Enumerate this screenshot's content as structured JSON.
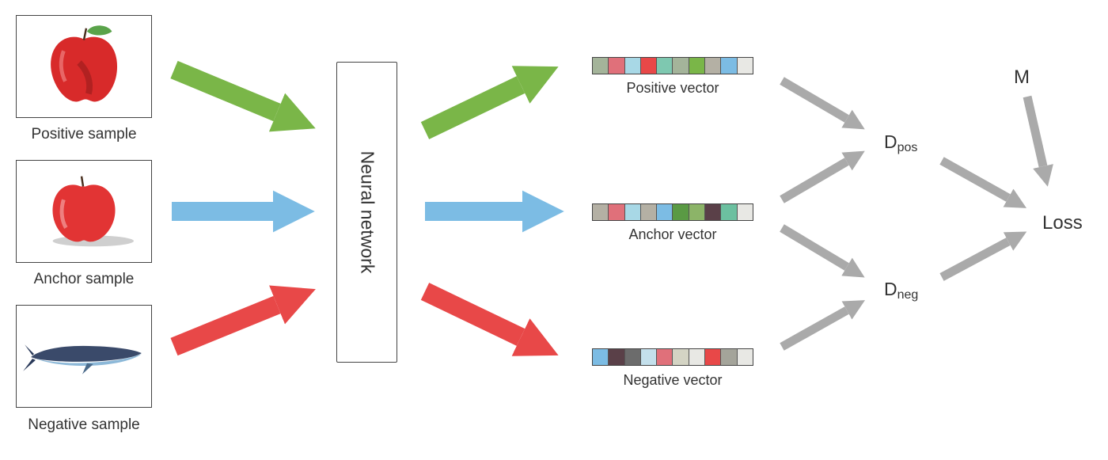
{
  "samples": {
    "positive": {
      "label": "Positive sample",
      "icon": "red-apple-with-leaf"
    },
    "anchor": {
      "label": "Anchor sample",
      "icon": "red-apple"
    },
    "negative": {
      "label": "Negative sample",
      "icon": "whale"
    }
  },
  "network": {
    "label": "Neural network"
  },
  "vectors": {
    "positive": {
      "label": "Positive vector",
      "cells": [
        "#a4b49a",
        "#e0707a",
        "#a8d8e6",
        "#e84848",
        "#7ec8b0",
        "#a4b49a",
        "#7ab648",
        "#b4b0a4",
        "#7cbce4",
        "#e8e8e4"
      ]
    },
    "anchor": {
      "label": "Anchor vector",
      "cells": [
        "#b4b0a4",
        "#e0707a",
        "#a8d8e6",
        "#b4b0a4",
        "#7cbce4",
        "#5a9a44",
        "#8cb468",
        "#5a4048",
        "#6cc0a0",
        "#e8e8e4"
      ]
    },
    "negative": {
      "label": "Negative vector",
      "cells": [
        "#7cbce4",
        "#5a4048",
        "#6c6c6c",
        "#c4e0ec",
        "#e0707a",
        "#d4d4c4",
        "#e8e8e4",
        "#e84848",
        "#a4a49a",
        "#e8e8e4"
      ]
    }
  },
  "distances": {
    "pos": {
      "main": "D",
      "sub": "pos"
    },
    "neg": {
      "main": "D",
      "sub": "neg"
    }
  },
  "margin": {
    "label": "M"
  },
  "loss": {
    "label": "Loss"
  },
  "colors": {
    "green": "#7ab648",
    "blue": "#7cbce4",
    "red": "#e84848",
    "gray": "#aaaaaa"
  }
}
